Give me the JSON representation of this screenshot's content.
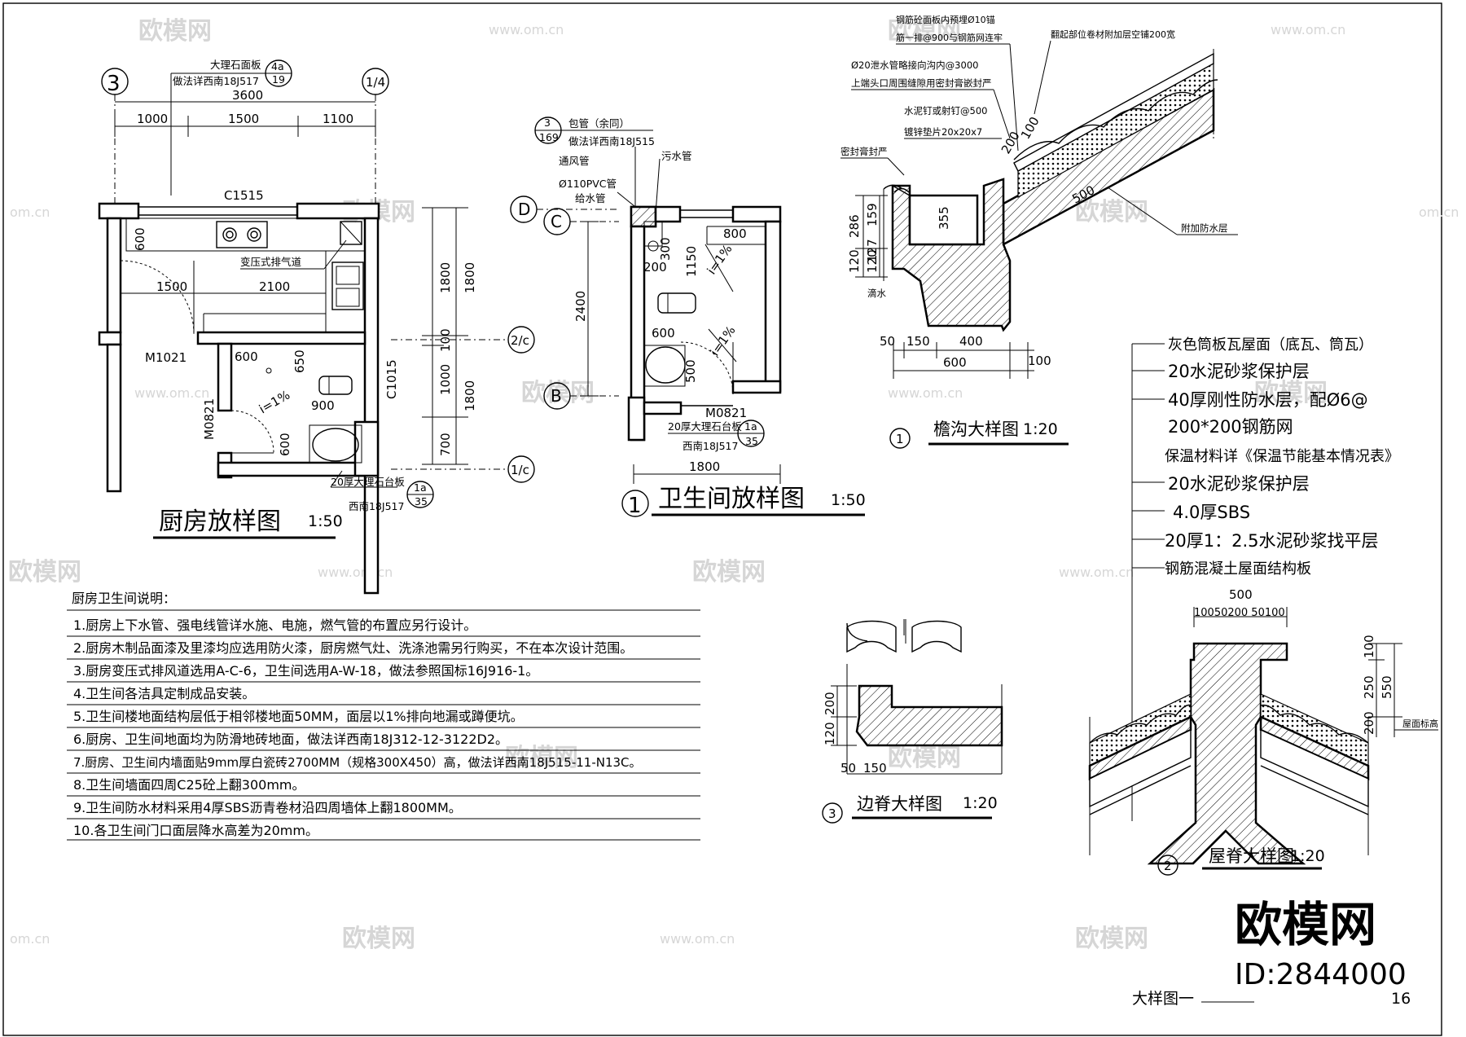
{
  "kitchen": {
    "title": "厨房放样图",
    "scale": "1:50",
    "grid_left": "3",
    "grid_right": "1/4",
    "grid_mid": "2/c",
    "grid_low": "1/c",
    "callout_top_num": "4a",
    "callout_top_den": "19",
    "callout_top_lines": [
      "大理石面板",
      "做法详西南18J517"
    ],
    "dim_total": "3600",
    "dim_segments": [
      "1000",
      "1500",
      "1100"
    ],
    "window": "C1515",
    "door": "M1021",
    "door2": "M0821",
    "window2": "C1015",
    "label_flue": "变压式排气道",
    "dims_inner": [
      "600",
      "1500",
      "2100",
      "600",
      "650",
      "900",
      "600"
    ],
    "slope": "i=1%",
    "right_dims": [
      "1800",
      "1800",
      "100",
      "1000",
      "1800",
      "700"
    ],
    "callout_bottom_num": "1a",
    "callout_bottom_den": "35",
    "callout_bottom_lines": [
      "20厚大理石台板",
      "西南18J517"
    ]
  },
  "bathroom": {
    "title": "卫生间放样图",
    "circle_num": "1",
    "scale": "1:50",
    "grid_d": "D",
    "grid_c": "C",
    "grid_b": "B",
    "callout_num": "3",
    "callout_den": "169",
    "callout_lines": [
      "包管（余同）",
      "做法详西南18J515"
    ],
    "label_vent": "通风管",
    "label_pvc": "Ø110PVC管",
    "label_supply": "给水管",
    "label_sewage": "污水管",
    "dims": [
      "800",
      "300",
      "1150",
      "200",
      "2400",
      "600",
      "500",
      "1800"
    ],
    "slope1": "i=1%",
    "slope2": "i=1%",
    "door": "M0821",
    "callout2_num": "1a",
    "callout2_den": "35",
    "callout2_lines": [
      "20厚大理石台板",
      "西南18J517"
    ]
  },
  "eaves": {
    "title": "檐沟大样图",
    "circle_num": "1",
    "scale": "1:20",
    "notes": [
      "钢筋砼面板内预埋Ø10锚",
      "筋一排@900与钢筋网连牢",
      "翻起部位卷材附加层空铺200宽",
      "Ø20泄水管略接向沟内@3000",
      "上端头口周围缝隙用密封膏嵌封严",
      "水泥钉或射钉@500",
      "镀锌垫片20x20x7",
      "密封膏封严",
      "滴水",
      "附加防水层"
    ],
    "dims_left": [
      "286",
      "159",
      "127",
      "120",
      "120"
    ],
    "dims_inner": [
      "355",
      "200",
      "100",
      "500"
    ],
    "dims_bottom": [
      "50",
      "150",
      "400",
      "600",
      "100"
    ]
  },
  "layers": [
    "灰色筒板瓦屋面（底瓦、筒瓦）",
    "20水泥砂浆保护层",
    "40厚刚性防水层，配Ø6@",
    "200*200钢筋网",
    "保温材料详《保温节能基本情况表》",
    "20水泥砂浆保护层",
    "4.0厚SBS",
    "20厚1：2.5水泥砂浆找平层",
    "钢筋混凝土屋面结构板"
  ],
  "ridge": {
    "title": "屋脊大样图",
    "circle_num": "2",
    "scale": "1:20",
    "dim_top": "500",
    "dim_top_parts": "10050200 50100",
    "dims_right": [
      "100",
      "250",
      "550",
      "200"
    ],
    "label_elev": "屋面标高"
  },
  "edge_ridge": {
    "title": "边脊大样图",
    "circle_num": "3",
    "scale": "1:20",
    "dims": [
      "200",
      "120",
      "50",
      "150"
    ]
  },
  "notes": {
    "heading": "厨房卫生间说明：",
    "items": [
      "1.厨房上下水管、强电线管详水施、电施，燃气管的布置应另行设计。",
      "2.厨房木制品面漆及里漆均应选用防火漆，厨房燃气灶、洗涤池需另行购买，不在本次设计范围。",
      "3.厨房变压式排风道选用A-C-6，卫生间选用A-W-18，做法参照国标16J916-1。",
      "4.卫生间各洁具定制成品安装。",
      "5.卫生间楼地面结构层低于相邻楼地面50MM，面层以1%排向地漏或蹲便坑。",
      "6.厨房、卫生间地面均为防滑地砖地面，做法详西南18J312-12-3122D2。",
      "7.厨房、卫生间内墙面贴9mm厚白瓷砖2700MM（规格300X450）高，做法详西南18J515-11-N13C。",
      "8.卫生间墙面四周C25砼上翻300mm。",
      "9.卫生间防水材料采用4厚SBS沥青卷材沿四周墙体上翻1800MM。",
      "10.各卫生间门口面层降水高差为20mm。"
    ]
  },
  "footer": {
    "brand": "欧模网",
    "id": "ID:2844000",
    "sheet_name": "大样图一",
    "page": "16"
  },
  "watermark": {
    "brand": "欧模网",
    "url": "www.om.cn",
    "short": "om.cn"
  }
}
